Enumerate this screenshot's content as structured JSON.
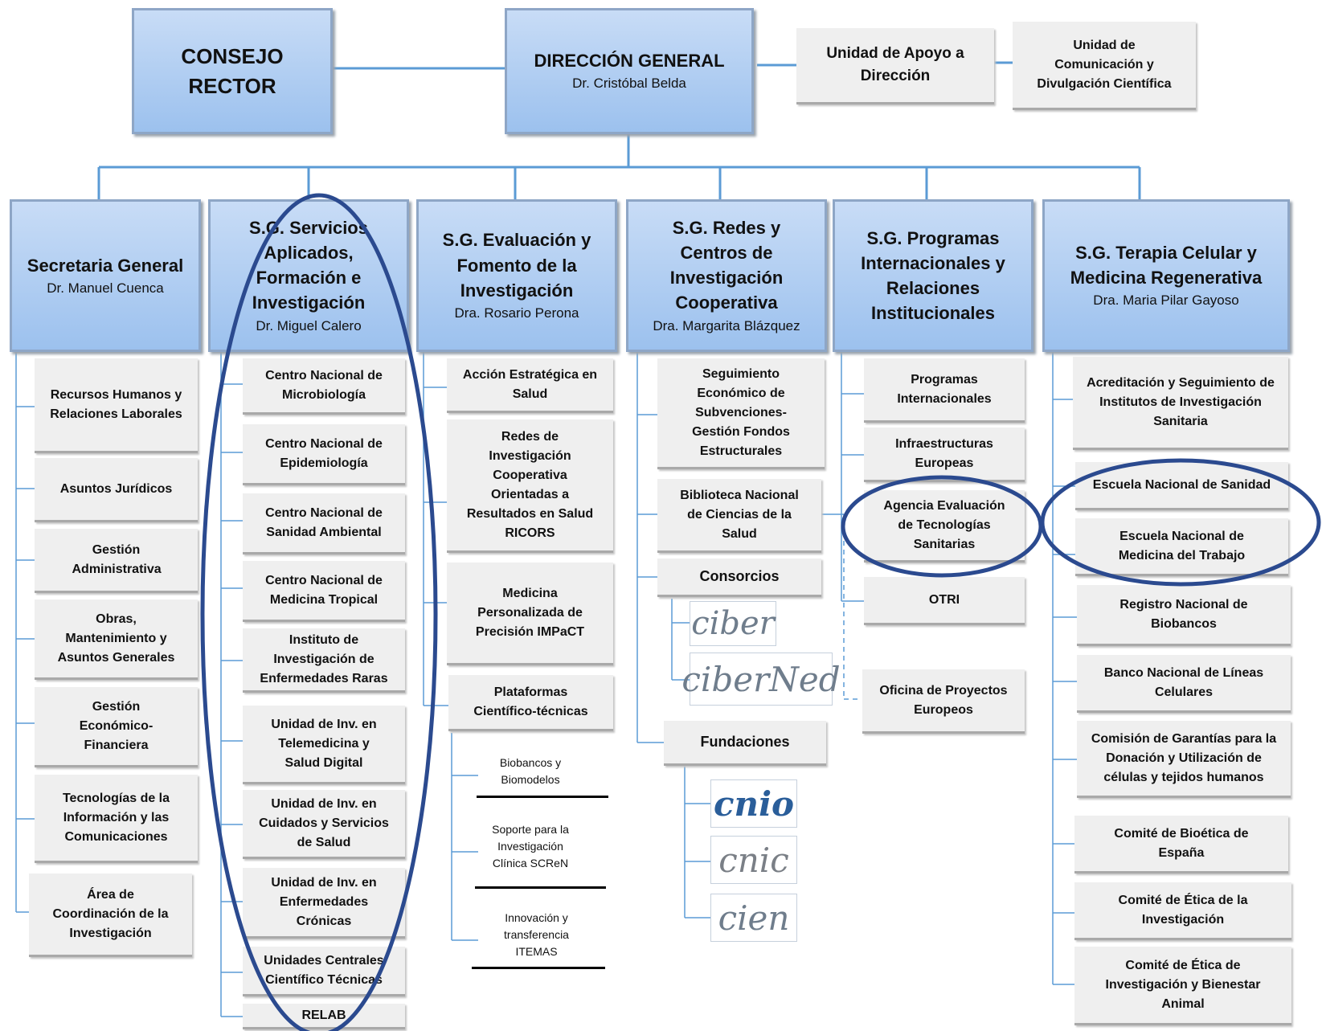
{
  "top": {
    "consejo": "CONSEJO RECTOR",
    "direccion": {
      "title": "DIRECCIÓN GENERAL",
      "person": "Dr.  Cristóbal Belda"
    },
    "apoyo": "Unidad de Apoyo a Dirección",
    "comunicacion": "Unidad de Comunicación y Divulgación Científica"
  },
  "columns": [
    {
      "title": "Secretaria General",
      "person": "Dr. Manuel Cuenca",
      "items": [
        "Recursos Humanos y Relaciones Laborales",
        "Asuntos Jurídicos",
        "Gestión Administrativa",
        "Obras, Mantenimiento y Asuntos Generales",
        "Gestión Económico-Financiera",
        "Tecnologías de la Información y las Comunicaciones",
        "Área de Coordinación de la Investigación"
      ]
    },
    {
      "title": "S.G. Servicios Aplicados, Formación e Investigación",
      "person": "Dr. Miguel Calero",
      "items": [
        "Centro Nacional de Microbiología",
        "Centro Nacional de Epidemiología",
        "Centro Nacional de Sanidad Ambiental",
        "Centro Nacional de Medicina Tropical",
        "Instituto de Investigación de Enfermedades Raras",
        "Unidad de Inv. en Telemedicina y Salud Digital",
        "Unidad de Inv. en Cuidados y Servicios de Salud",
        "Unidad de Inv. en Enfermedades Crónicas",
        "Unidades Centrales Científico Técnicas",
        "RELAB"
      ]
    },
    {
      "title": "S.G. Evaluación y Fomento de la Investigación",
      "person": "Dra. Rosario Perona",
      "items": [
        "Acción Estratégica en Salud",
        "Redes de Investigación Cooperativa Orientadas a Resultados en Salud RICORS",
        "Medicina Personalizada de Precisión IMPaCT",
        "Plataformas Científico-técnicas"
      ],
      "sub": [
        "Biobancos y Biomodelos",
        "Soporte para la Investigación Clínica SCReN",
        "Innovación y transferencia ITEMAS"
      ]
    },
    {
      "title": "S.G. Redes y Centros de Investigación Cooperativa",
      "person": "Dra. Margarita Blázquez",
      "items": [
        "Seguimiento Económico de Subvenciones- Gestión Fondos Estructurales",
        "Biblioteca Nacional de Ciencias de la Salud",
        "Consorcios",
        "Fundaciones"
      ],
      "consorcios_logos": [
        "ciber",
        "ciberNed"
      ],
      "fundaciones_logos": [
        "cnio",
        "cnic",
        "cien"
      ]
    },
    {
      "title": "S.G. Programas Internacionales y Relaciones Institucionales",
      "person": "",
      "items": [
        "Programas Internacionales",
        "Infraestructuras Europeas",
        "Agencia Evaluación de Tecnologías Sanitarias",
        "OTRI",
        "Oficina de Proyectos Europeos"
      ]
    },
    {
      "title": "S.G. Terapia Celular y Medicina Regenerativa",
      "person": "Dra. Maria Pilar Gayoso",
      "items": [
        "Acreditación y Seguimiento de Institutos de Investigación Sanitaria",
        "Escuela Nacional de Sanidad",
        "Escuela Nacional de Medicina del Trabajo",
        "Registro Nacional de Biobancos",
        "Banco Nacional de Líneas Celulares",
        "Comisión de Garantías para la Donación y Utilización de células y tejidos humanos",
        "Comité de Bioética de España",
        "Comité de Ética de la Investigación",
        "Comité de Ética de Investigación y Bienestar Animal"
      ]
    }
  ],
  "colors": {
    "header_fill": "#a9c8f0",
    "header_border": "#8ea6c6",
    "connector": "#5b9bd5",
    "ellipse": "#2b4a8f"
  }
}
